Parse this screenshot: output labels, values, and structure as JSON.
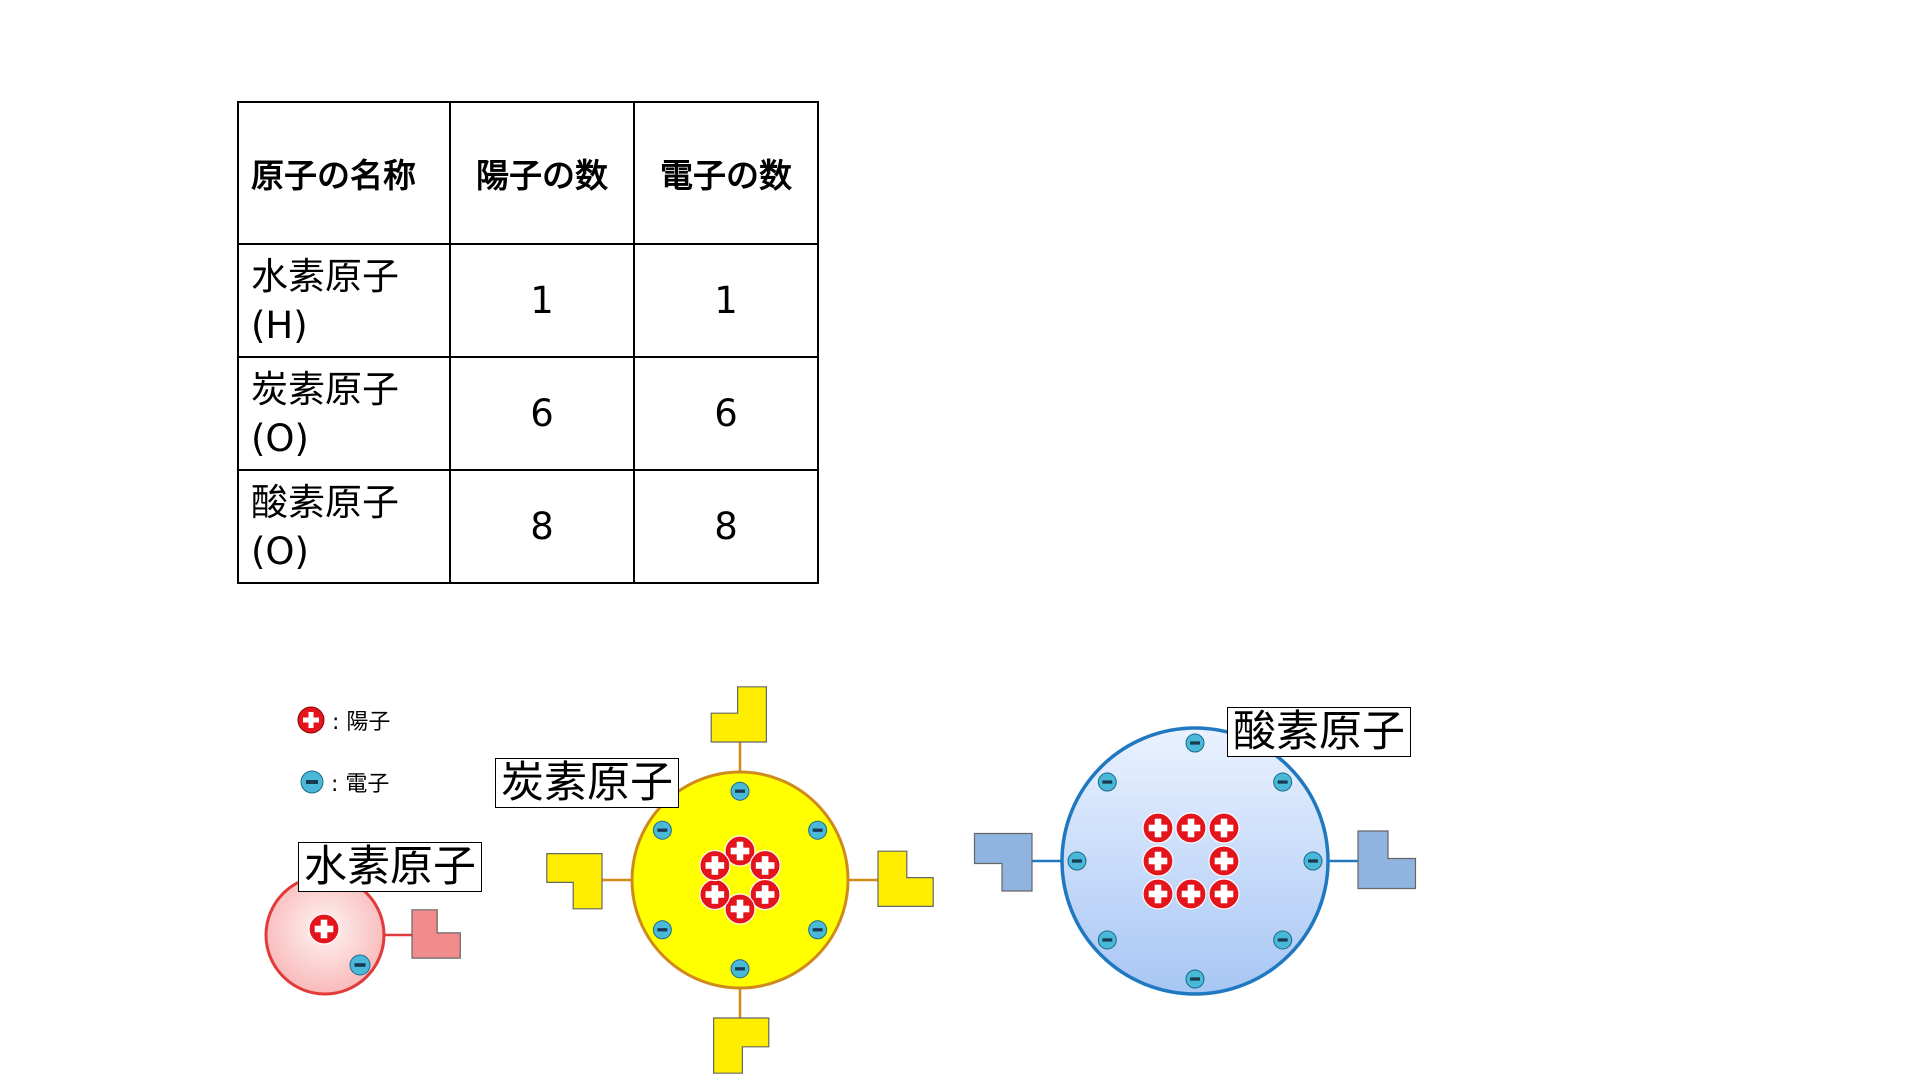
{
  "table": {
    "headers": [
      "原子の名称",
      "陽子の数",
      "電子の数"
    ],
    "rows": [
      {
        "name_line1": "水素原子",
        "name_line2": "(H)",
        "protons": "1",
        "electrons": "1"
      },
      {
        "name_line1": "炭素原子",
        "name_line2": "(O)",
        "protons": "6",
        "electrons": "6"
      },
      {
        "name_line1": "酸素原子",
        "name_line2": "(O)",
        "protons": "8",
        "electrons": "8"
      }
    ]
  },
  "legend": {
    "proton": ": 陽子",
    "electron": ": 電子"
  },
  "atoms": {
    "hydrogen": {
      "label": "水素原子",
      "protons": 1,
      "electrons": 1,
      "fill": "#f8b4b4",
      "stroke": "#e23a3a",
      "hand_color": "#f08c8c"
    },
    "carbon": {
      "label": "炭素原子",
      "protons": 6,
      "electrons": 6,
      "fill": "#ffff00",
      "stroke": "#d08a1a",
      "hand_color": "#ffee00"
    },
    "oxygen": {
      "label": "酸素原子",
      "protons": 8,
      "electrons": 8,
      "fill": "#cfe0ff",
      "stroke": "#1f78c0",
      "hand_color": "#8fb4e0"
    }
  },
  "colors": {
    "proton": "#e4141c",
    "electron": "#4ab8d8"
  }
}
